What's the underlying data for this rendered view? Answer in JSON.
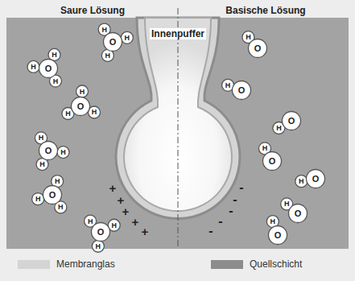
{
  "diagram": {
    "labels": [
      "Saure Lösung",
      "Basische Lösung",
      "Innenpuffer",
      "O",
      "H",
      "H",
      "H",
      "O",
      "H",
      "H",
      "H",
      "O",
      "H",
      "H",
      "H",
      "O",
      "H",
      "H",
      "H",
      "O",
      "H",
      "H",
      "H",
      "O",
      "H",
      "H",
      "H",
      "O",
      "H",
      "O",
      "H",
      "O",
      "H",
      "O",
      "H",
      "O",
      "H",
      "O",
      "H",
      "O",
      "H",
      "+",
      "+",
      "+",
      "+",
      "+",
      "-",
      "-",
      "-",
      "-",
      "-"
    ],
    "legend": [
      {
        "text": "Membranglas",
        "color": "#d4d4d4"
      },
      {
        "text": "Quellschicht",
        "color": "#8c8c8c"
      }
    ]
  }
}
